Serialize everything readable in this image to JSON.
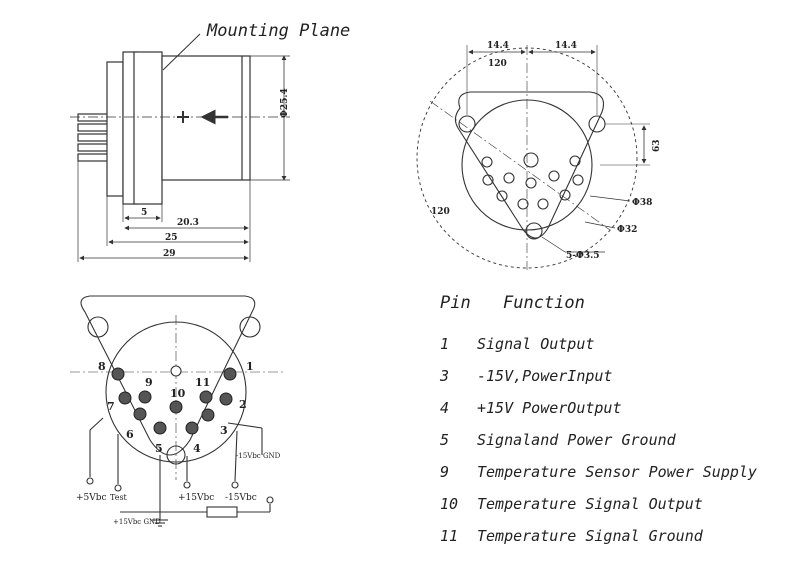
{
  "side_view": {
    "mounting_plane_label": "Mounting Plane",
    "dim_dia": "Φ25.4",
    "dim_5": "5",
    "dim_20_3": "20.3",
    "dim_25": "25",
    "dim_29": "29"
  },
  "top_view": {
    "dim_left": "14.4",
    "dim_right": "14.4",
    "angle_top": "120",
    "angle_left": "120",
    "dim_63": "63",
    "dim_38": "Φ38",
    "dim_32": "Φ32",
    "dim_holes": "5-Φ3.5"
  },
  "pin_diagram": {
    "pins": [
      "8",
      "9",
      "10",
      "11",
      "1",
      "7",
      "2",
      "6",
      "3",
      "5",
      "4"
    ],
    "labels": {
      "plus5": "+5Vbc",
      "test": "Test",
      "plus15": "+15Vbc",
      "minus15": "-15Vbc",
      "sig_gnd": "-15Vbc GND",
      "pow_gnd": "+15Vbc GND"
    }
  },
  "function_table": {
    "header_pin": "Pin",
    "header_function": "Function",
    "rows": [
      {
        "pin": "1",
        "function": "Signal Output"
      },
      {
        "pin": "3",
        "function": "-15V,PowerInput"
      },
      {
        "pin": "4",
        "function": "+15V PowerOutput"
      },
      {
        "pin": "5",
        "function": "Signaland Power Ground"
      },
      {
        "pin": "9",
        "function": "Temperature Sensor Power Supply"
      },
      {
        "pin": "10",
        "function": "Temperature Signal Output"
      },
      {
        "pin": "11",
        "function": "Temperature Signal Ground"
      }
    ]
  }
}
